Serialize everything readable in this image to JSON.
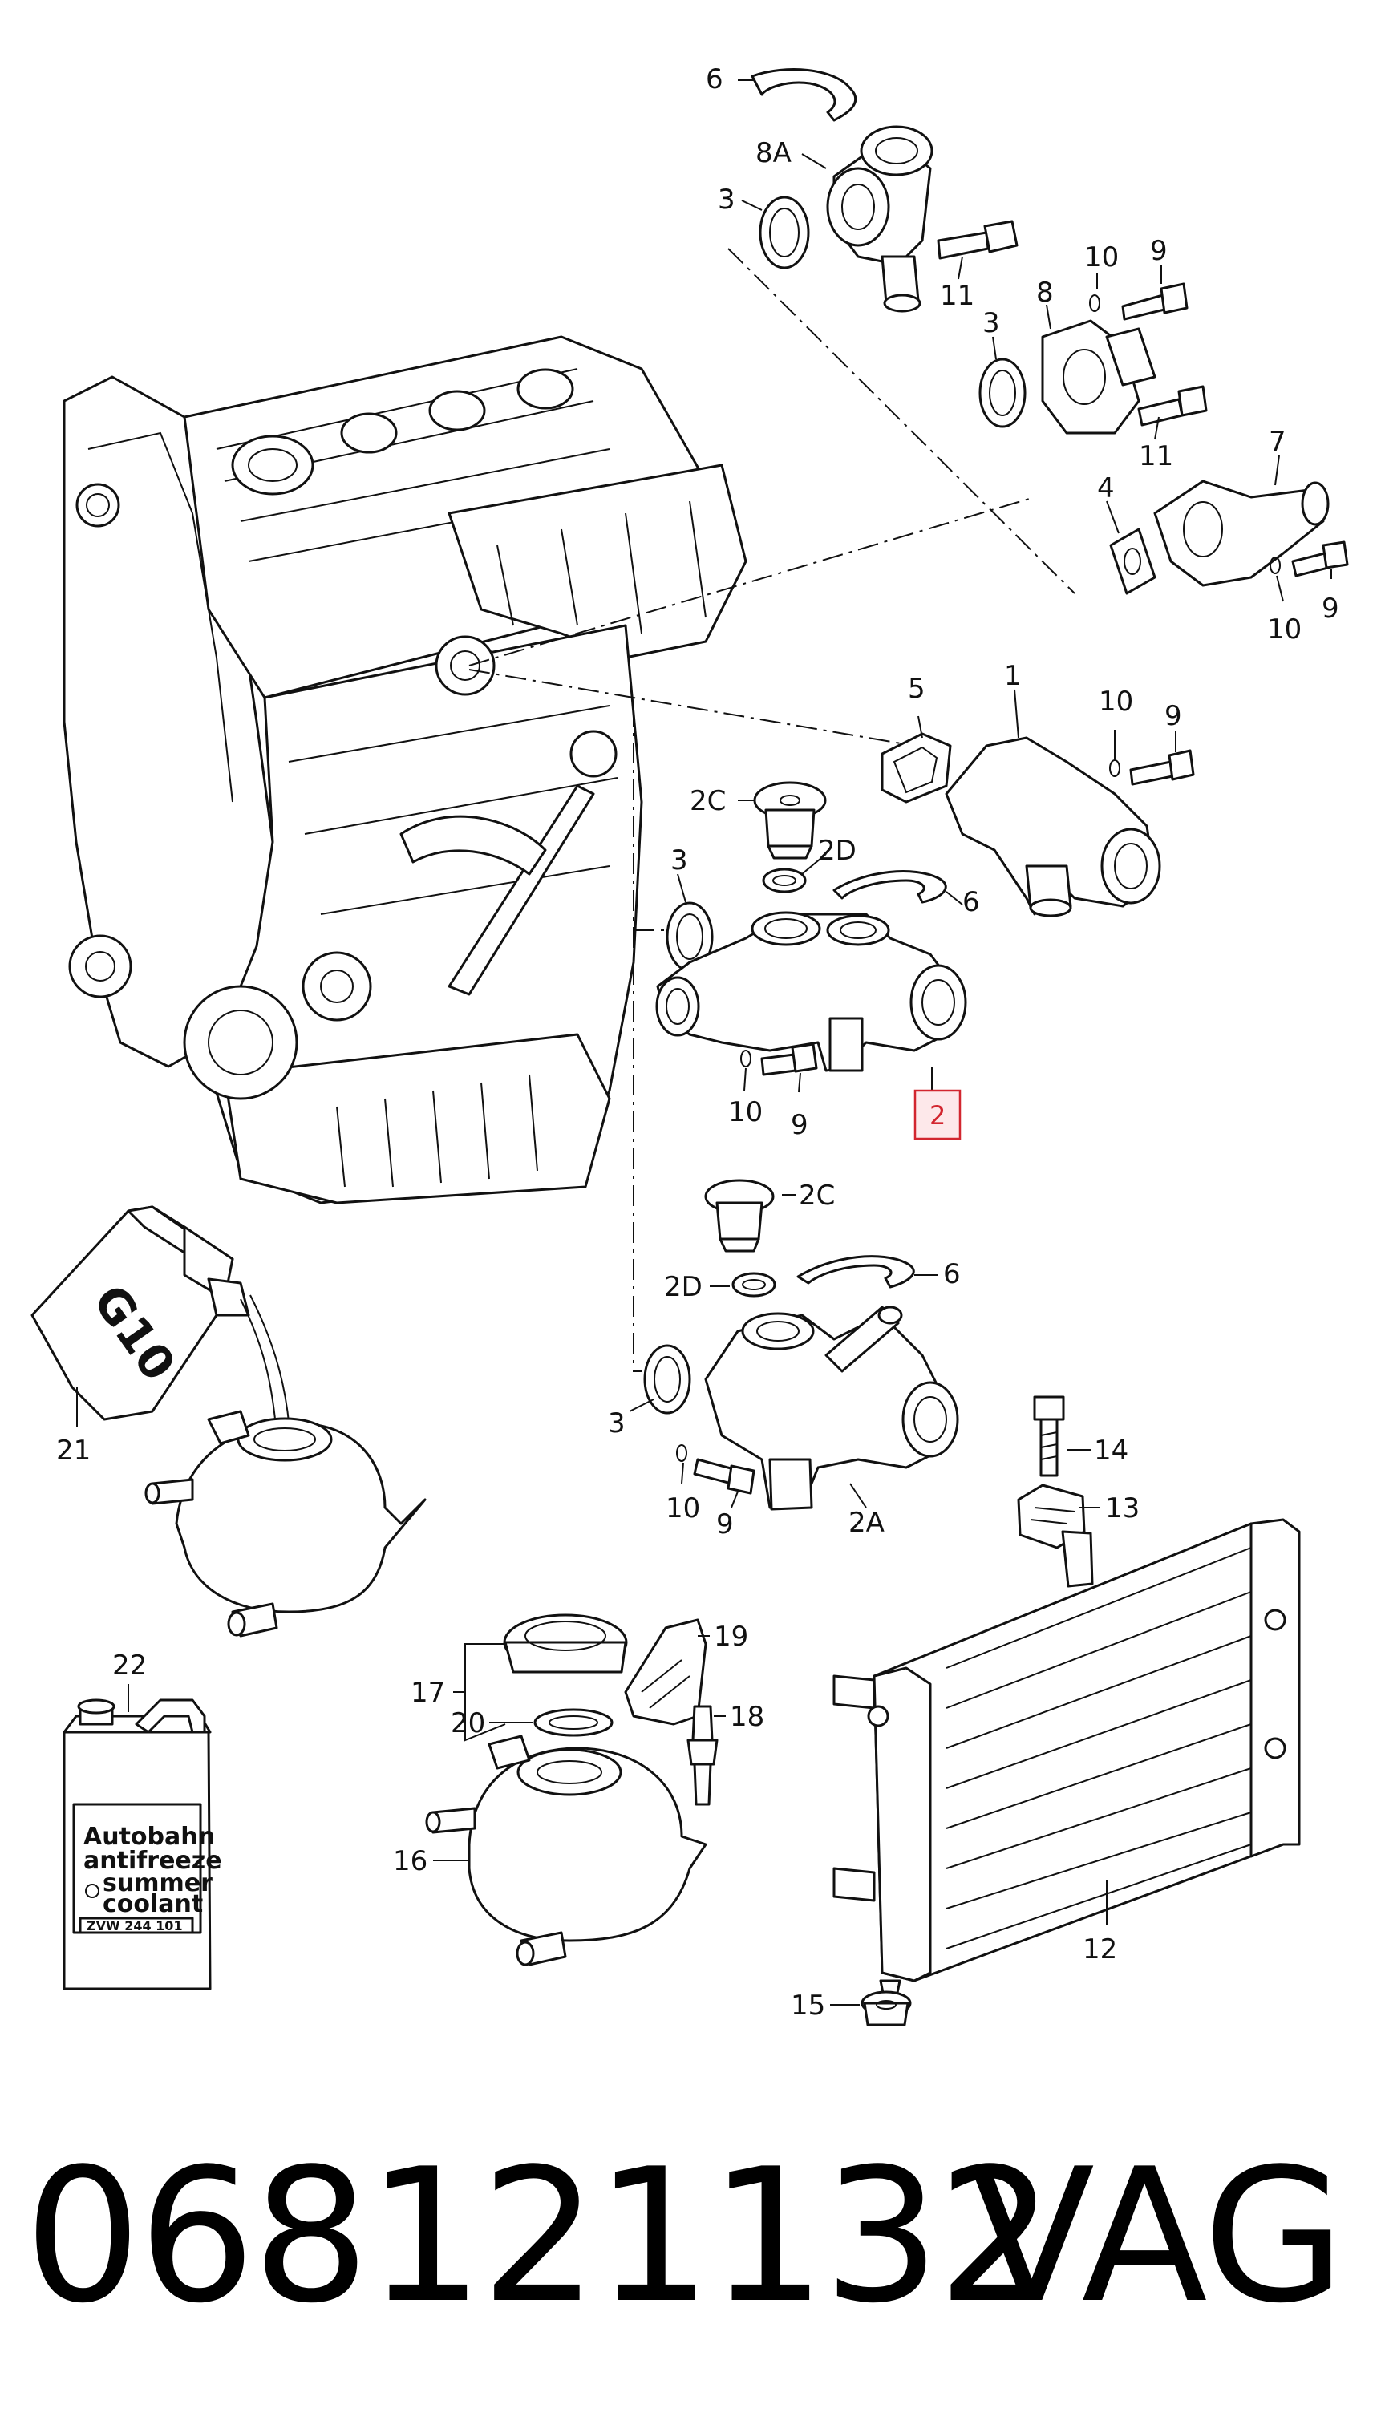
{
  "diagram": {
    "callouts": {
      "c6_top": "6",
      "c8a": "8A",
      "c3_top": "3",
      "c11_top": "11",
      "c10_a": "10",
      "c9_a": "9",
      "c8": "8",
      "c3_mid": "3",
      "c11_mid": "11",
      "c4": "4",
      "c7": "7",
      "c9_b": "9",
      "c10_b": "10",
      "c5": "5",
      "c1": "1",
      "c10_c": "10",
      "c9_c": "9",
      "c2c_a": "2C",
      "c2d_a": "2D",
      "c6_mid": "6",
      "c3_low": "3",
      "c10_d": "10",
      "c9_d": "9",
      "c2": "2",
      "c2c_b": "2C",
      "c2d_b": "2D",
      "c6_low": "6",
      "c3_bot": "3",
      "c10_e": "10",
      "c9_e": "9",
      "c2a": "2A",
      "c14": "14",
      "c13": "13",
      "c21": "21",
      "c22": "22",
      "c17": "17",
      "c19": "19",
      "c20": "20",
      "c18": "18",
      "c16": "16",
      "c12": "12",
      "c15": "15"
    },
    "highlighted_callout": "2",
    "highlight_color": "#d2262f",
    "can_label": "G10",
    "bottle_label": {
      "line1": "Autobahn",
      "line2": "antifreeze",
      "line3": "summer",
      "line4": "coolant",
      "code": "ZVW 244 101"
    }
  },
  "footer": {
    "part_number": "068121132",
    "brand": "VAG"
  }
}
